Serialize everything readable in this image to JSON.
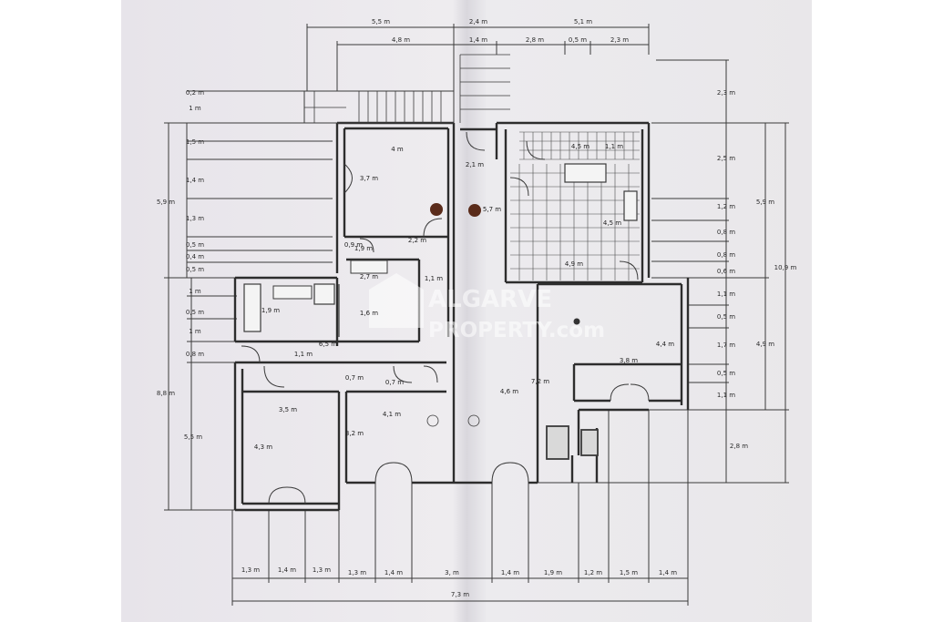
{
  "plan": {
    "watermark": {
      "line1": "ALGARVE",
      "line2": "PROPERTY.com"
    },
    "top_dims": [
      "5,5 m",
      "2,4 m",
      "5,1 m",
      "4,8 m",
      "1,4 m",
      "2,8 m",
      "0,5 m",
      "2,3 m"
    ],
    "left_dims": [
      "0,2 m",
      "1 m",
      "1,5 m",
      "1,4 m",
      "1,3 m",
      "0,5 m",
      "0,4 m",
      "0,5 m",
      "1 m",
      "0,5 m",
      "1 m",
      "0,8 m",
      "5,9 m",
      "8,8 m",
      "5,5 m"
    ],
    "right_dims": [
      "2,3 m",
      "2,5 m",
      "1,2 m",
      "0,8 m",
      "0,8 m",
      "0,6 m",
      "1,1 m",
      "0,5 m",
      "1,7 m",
      "0,5 m",
      "1,1 m",
      "2,8 m",
      "5,9 m",
      "4,9 m",
      "10,9 m"
    ],
    "bottom_dims": [
      "1,3 m",
      "1,4 m",
      "1,3 m",
      "1,3 m",
      "1,4 m",
      "3, m",
      "1,4 m",
      "1,9 m",
      "1,2 m",
      "1,5 m",
      "1,4 m",
      "7,3 m"
    ],
    "room_dims": [
      "4 m",
      "3,7 m",
      "2,1 m",
      "5,7 m",
      "4,5 m",
      "1,1 m",
      "4,5 m",
      "4,9 m",
      "2,2 m",
      "0,9 m",
      "1,9 m",
      "1,1 m",
      "2,7 m",
      "1,9 m",
      "1,6 m",
      "6,5 m",
      "1,1 m",
      "0,7 m",
      "0,7 m",
      "3,5 m",
      "4,1 m",
      "4,3 m",
      "3,2 m",
      "4,6 m",
      "7,2 m",
      "3,8 m",
      "4,4 m"
    ]
  }
}
